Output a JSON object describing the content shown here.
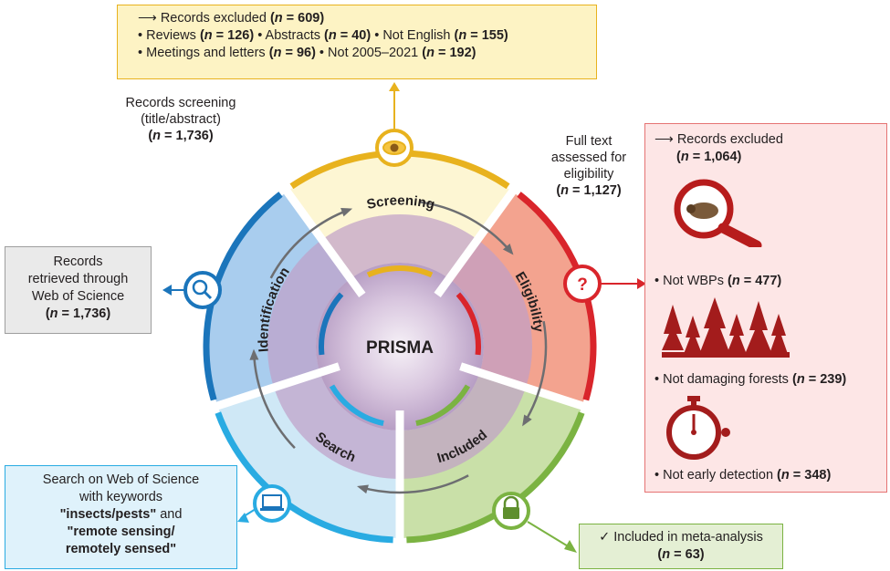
{
  "center_label": "PRISMA",
  "stages": {
    "screening": "Screening",
    "eligibility": "Eligibility",
    "included": "Included",
    "search": "Search",
    "identification": "Identification"
  },
  "colors": {
    "screening": "#e8b21e",
    "eligibility": "#d9252b",
    "included": "#7bb342",
    "search": "#29abe2",
    "identification": "#1b75bb"
  },
  "screening_excluded": {
    "title": "Records excluded",
    "title_n": "(n = 609)",
    "reviews": "Reviews",
    "reviews_n": "(n = 126)",
    "abstracts": "Abstracts",
    "abstracts_n": "(n = 40)",
    "not_english": "Not English",
    "not_english_n": "(n = 155)",
    "meetings": "Meetings and letters",
    "meetings_n": "(n = 96)",
    "not_years": "Not 2005–2021",
    "not_years_n": "(n = 192)"
  },
  "screening_label": {
    "line1": "Records screening",
    "line2": "(title/abstract)",
    "n": "(n = 1,736)"
  },
  "fulltext_label": {
    "line1": "Full text",
    "line2": "assessed for",
    "line3": "eligibility",
    "n": "(n = 1,127)"
  },
  "eligibility_excluded": {
    "title": "Records excluded",
    "title_n": "(n = 1,064)",
    "not_wbps": "Not WBPs",
    "not_wbps_n": "(n = 477)",
    "not_damaging": "Not damaging forests",
    "not_damaging_n": "(n = 239)",
    "not_early": "Not early detection",
    "not_early_n": "(n = 348)"
  },
  "identification_box": {
    "line1": "Records",
    "line2": "retrieved through",
    "line3": "Web of Science",
    "n": "(n = 1,736)"
  },
  "search_box": {
    "line1": "Search on Web of Science",
    "line2": "with keywords",
    "kw1": "\"insects/pests\"",
    "and": "and",
    "kw2": "\"remote sensing/",
    "kw3": "remotely sensed\""
  },
  "included_box": {
    "text": "Included in meta-analysis",
    "n": "(n = 63)"
  },
  "eligibility_icon_text": "?"
}
